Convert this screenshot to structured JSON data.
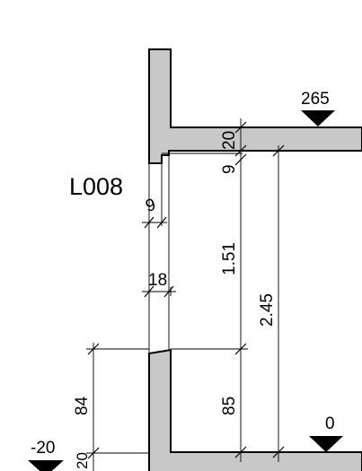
{
  "room_label": "L008",
  "levels": {
    "upper": "265",
    "lower": "0",
    "outside": "-20"
  },
  "dimensions": {
    "slab_thickness": "20",
    "offset_top": "9",
    "opening_height": "1.51",
    "room_height": "2.45",
    "sill_height_outside": "84",
    "sill_height_inside": "85",
    "wall_offset": "9",
    "wall_thickness": "18",
    "floor_step": "20"
  }
}
